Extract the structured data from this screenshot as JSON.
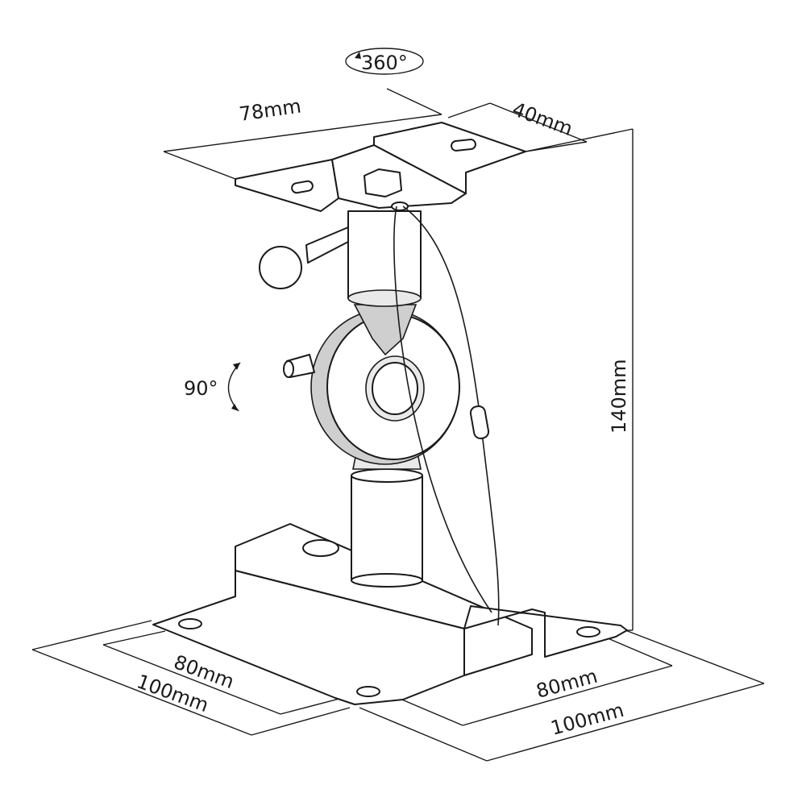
{
  "dimensions": {
    "rotation_top": "360°",
    "top_width": "78mm",
    "top_depth": "40mm",
    "height": "140mm",
    "tilt": "90°",
    "base_left_inner": "80mm",
    "base_left_outer": "100mm",
    "base_right_inner": "80mm",
    "base_right_outer": "100mm"
  },
  "colors": {
    "line": "#1a1a1a",
    "background": "#ffffff"
  }
}
